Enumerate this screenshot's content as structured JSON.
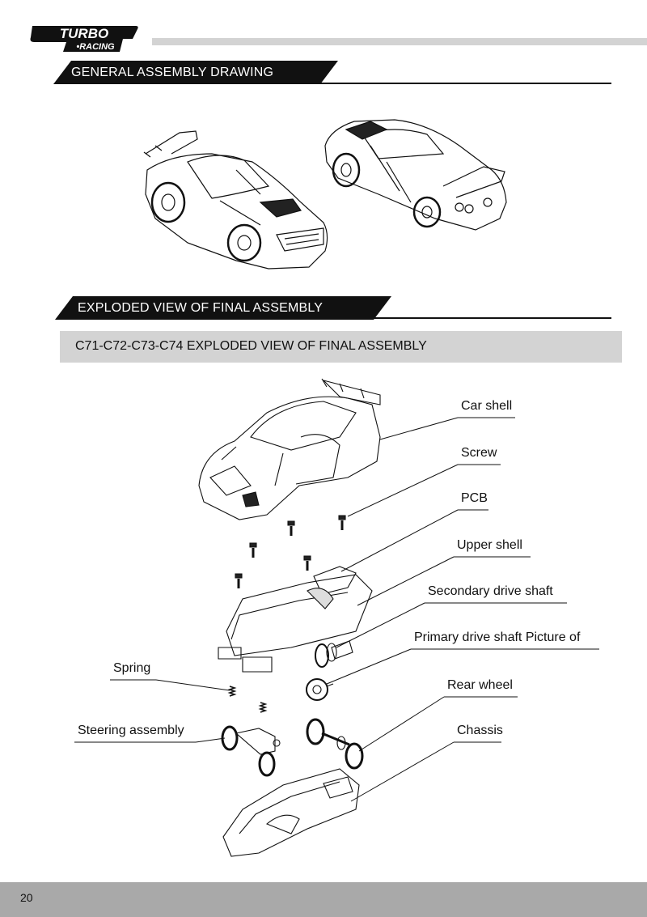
{
  "header": {
    "logo_text_top": "TURBO",
    "logo_text_bottom": "•RACING"
  },
  "sections": {
    "general": "GENERAL ASSEMBLY DRAWING",
    "exploded": "EXPLODED VIEW OF FINAL ASSEMBLY",
    "subheader": "C71-C72-C73-C74 EXPLODED VIEW OF FINAL ASSEMBLY"
  },
  "callouts": {
    "car_shell": "Car shell",
    "screw": "Screw",
    "pcb": "PCB",
    "upper_shell": "Upper shell",
    "secondary_drive_shaft": "Secondary drive shaft",
    "primary_drive_shaft": "Primary drive shaft Picture of",
    "rear_wheel": "Rear wheel",
    "chassis": "Chassis",
    "spring": "Spring",
    "steering_assembly": "Steering assembly"
  },
  "footer": {
    "page_number": "20"
  }
}
